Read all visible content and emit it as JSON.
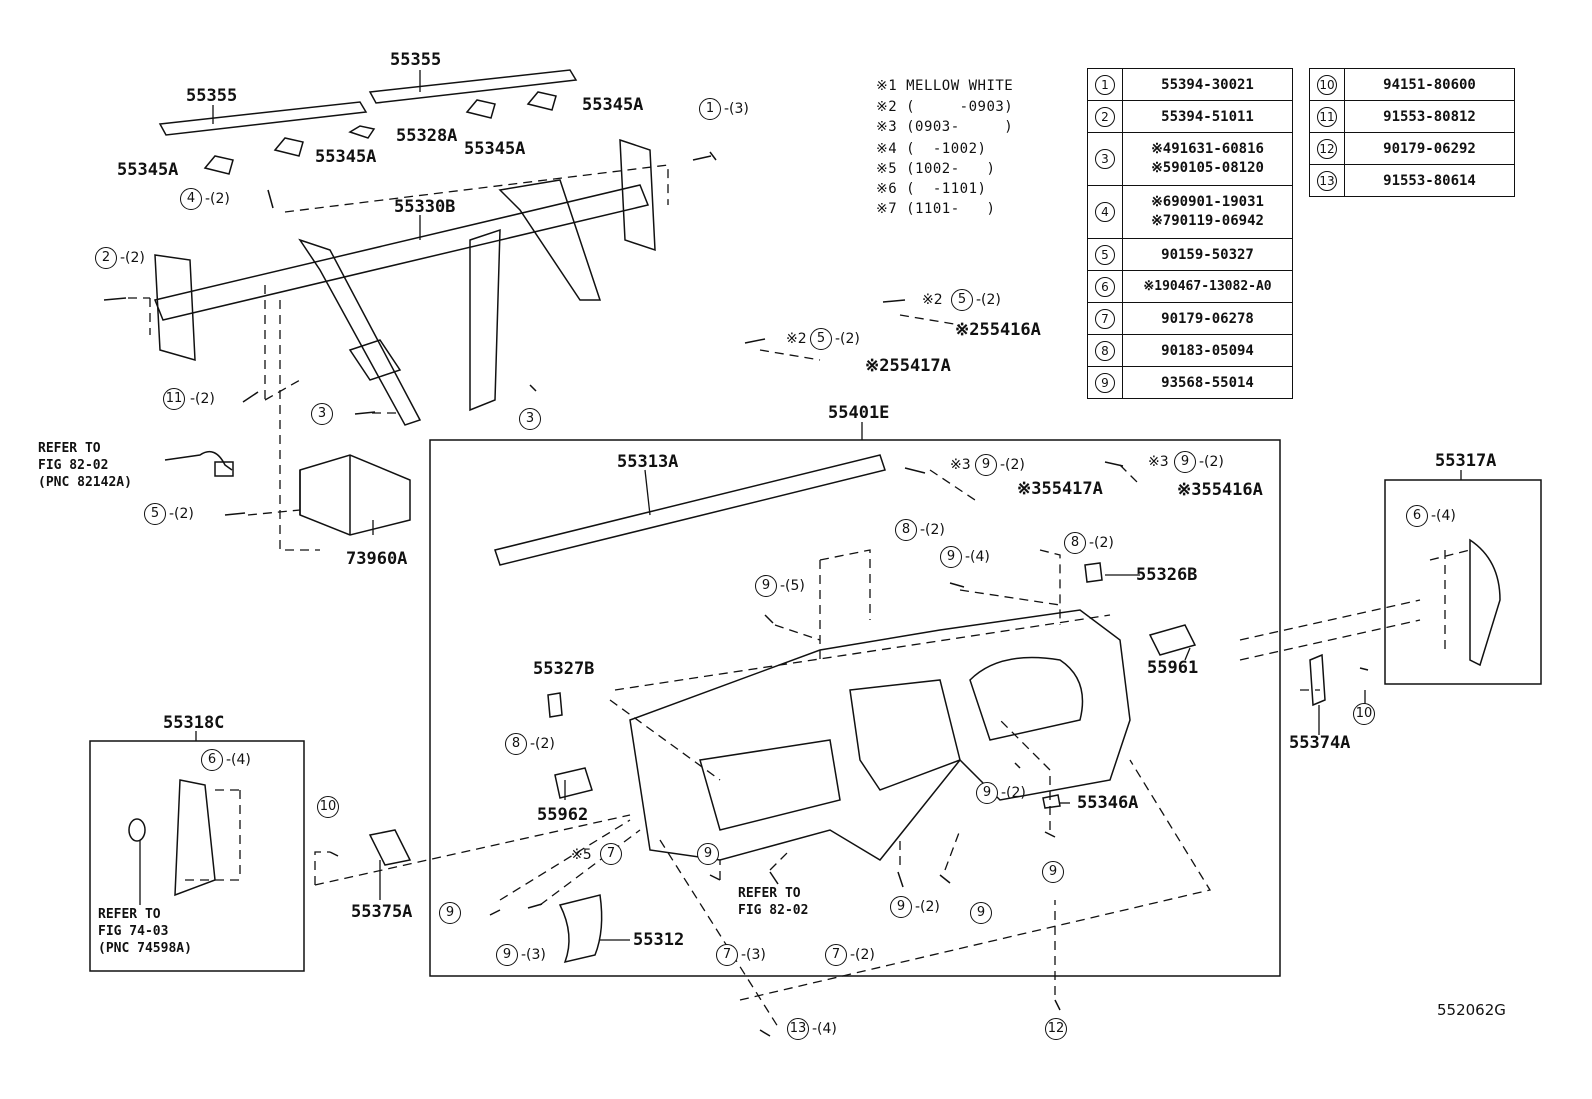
{
  "figure_code": "552062G",
  "notes": [
    "※1 MELLOW WHITE",
    "※2 (     -0903)",
    "※3 (0903-     )",
    "※4 (  -1002)",
    "※5 (1002-   )",
    "※6 (  -1101)",
    "※7 (1101-   )"
  ],
  "parts_table_left": [
    {
      "idx": "1",
      "pn": "55394-30021"
    },
    {
      "idx": "2",
      "pn": "55394-51011"
    },
    {
      "idx": "3",
      "pn": "※491631-60816\n※590105-08120"
    },
    {
      "idx": "4",
      "pn": "※690901-19031\n※790119-06942"
    },
    {
      "idx": "5",
      "pn": "90159-50327"
    },
    {
      "idx": "6",
      "pn": "※190467-13082-A0"
    },
    {
      "idx": "7",
      "pn": "90179-06278"
    },
    {
      "idx": "8",
      "pn": "90183-05094"
    },
    {
      "idx": "9",
      "pn": "93568-55014"
    }
  ],
  "parts_table_right": [
    {
      "idx": "10",
      "pn": "94151-80600"
    },
    {
      "idx": "11",
      "pn": "91553-80812"
    },
    {
      "idx": "12",
      "pn": "90179-06292"
    },
    {
      "idx": "13",
      "pn": "91553-80614"
    }
  ],
  "labels": {
    "p55355_top": "55355",
    "p55355_left": "55355",
    "p55345a_1": "55345A",
    "p55345a_2": "55345A",
    "p55345a_3": "55345A",
    "p55345a_4": "55345A",
    "p55328a": "55328A",
    "p55330b": "55330B",
    "p55416a_1": "※255416A",
    "p55417a_1": "※255417A",
    "p55401e": "55401E",
    "p55313a": "55313A",
    "p55417a_2": "※355417A",
    "p55416a_2": "※355416A",
    "p55317a": "55317A",
    "p55326b": "55326B",
    "p55961": "55961",
    "p55327b": "55327B",
    "p55374a": "55374A",
    "p55346a": "55346A",
    "p55962": "55962",
    "p55318c": "55318C",
    "p55375a": "55375A",
    "p55312": "55312",
    "p73960a": "73960A",
    "n5": "※5",
    "x2a": "※2",
    "x2b": "※2",
    "x3a": "※3",
    "x3b": "※3"
  },
  "refs": {
    "ref82_top": "REFER TO\nFIG 82-02\n(PNC 82142A)",
    "ref82_bottom": "REFER TO\nFIG 82-02",
    "ref74": "REFER TO\nFIG 74-03\n(PNC 74598A)"
  },
  "callouts": [
    {
      "n": "1",
      "q": "-(3)"
    },
    {
      "n": "4",
      "q": "-(2)"
    },
    {
      "n": "2",
      "q": "-(2)"
    },
    {
      "n": "11",
      "q": "-(2)"
    },
    {
      "n": "3",
      "q": ""
    },
    {
      "n": "3",
      "q": ""
    },
    {
      "n": "5",
      "q": "-(2)"
    },
    {
      "n": "5",
      "q": "-(2)"
    },
    {
      "n": "5",
      "q": "-(2)"
    },
    {
      "n": "9",
      "q": "-(2)"
    },
    {
      "n": "9",
      "q": "-(2)"
    },
    {
      "n": "8",
      "q": "-(2)"
    },
    {
      "n": "8",
      "q": "-(2)"
    },
    {
      "n": "9",
      "q": "-(4)"
    },
    {
      "n": "9",
      "q": "-(5)"
    },
    {
      "n": "6",
      "q": "-(4)"
    },
    {
      "n": "10",
      "q": ""
    },
    {
      "n": "8",
      "q": "-(2)"
    },
    {
      "n": "9",
      "q": "-(2)"
    },
    {
      "n": "9",
      "q": ""
    },
    {
      "n": "6",
      "q": "-(4)"
    },
    {
      "n": "10",
      "q": ""
    },
    {
      "n": "7",
      "q": ""
    },
    {
      "n": "9",
      "q": ""
    },
    {
      "n": "9",
      "q": ""
    },
    {
      "n": "9",
      "q": "-(3)"
    },
    {
      "n": "7",
      "q": "-(3)"
    },
    {
      "n": "7",
      "q": "-(2)"
    },
    {
      "n": "9",
      "q": "-(2)"
    },
    {
      "n": "9",
      "q": ""
    },
    {
      "n": "13",
      "q": "-(4)"
    },
    {
      "n": "12",
      "q": ""
    }
  ]
}
